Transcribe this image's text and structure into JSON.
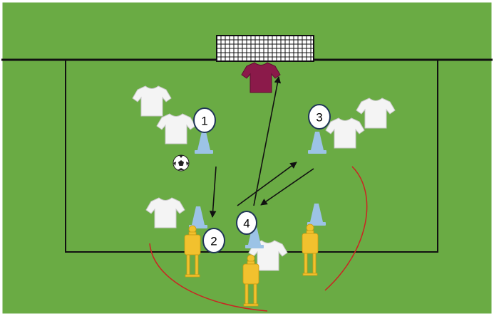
{
  "drill": {
    "station_labels": {
      "s1": "1",
      "s2": "2",
      "s3": "3",
      "s4": "4"
    }
  },
  "colors": {
    "pitch": "#6aab44",
    "pitch_border": "#ffffff",
    "lines": "#111111",
    "arrow": "#111111",
    "boundary_curve": "#cc2222",
    "cone": "#9cc3e6",
    "mannequin": "#f2c12e",
    "goalkeeper_shirt": "#8b1a4a",
    "player_shirt": "#f4f4f4",
    "label_fill": "#ffffff",
    "label_stroke": "#1f3557"
  },
  "icons": {
    "goal": "goal-net-icon",
    "goalkeeper": "goalkeeper-shirt-icon",
    "player": "player-shirt-icon",
    "cone": "cone-icon",
    "mannequin": "mannequin-icon",
    "ball": "soccer-ball-icon"
  }
}
